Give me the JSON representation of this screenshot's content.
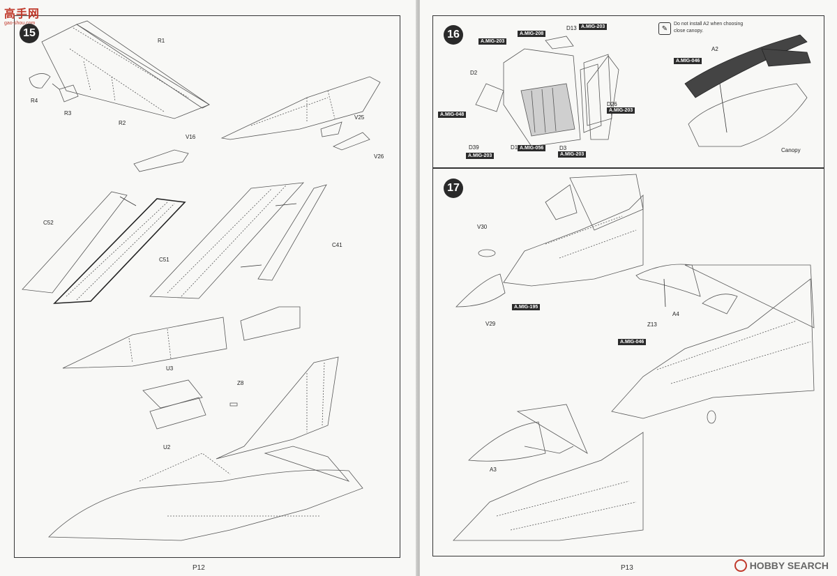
{
  "watermark": {
    "text": "高手网",
    "sub": "gao-shou.com"
  },
  "brand": {
    "text": "HOBBY SEARCH"
  },
  "left_page": {
    "page_number": "P12",
    "step": "15",
    "labels": {
      "R1": "R1",
      "R2": "R2",
      "R3": "R3",
      "R4": "R4",
      "V16": "V16",
      "V25": "V25",
      "V26": "V26",
      "C52": "C52",
      "C51": "C51",
      "C41": "C41",
      "U3": "U3",
      "U2": "U2",
      "Z8": "Z8"
    }
  },
  "right_page": {
    "page_number": "P13",
    "step16": {
      "step": "16",
      "note": "Do not install A2 when choosing close canopy.",
      "labels": {
        "D13": "D13",
        "D2": "D2",
        "D26": "D26",
        "D3": "D3",
        "D1": "D1",
        "D39": "D39",
        "A2": "A2",
        "Canopy": "Canopy"
      },
      "paint_tags": {
        "t203a": "A.MIG-203",
        "t208": "A.MIG-208",
        "t203b": "A.MIG-203",
        "t203c": "A.MIG-203",
        "t048": "A.MIG-048",
        "t056": "A.MIG-056",
        "t203d": "A.MIG-203",
        "t203e": "A.MIG-203",
        "t046": "A.MIG-046"
      }
    },
    "step17": {
      "step": "17",
      "labels": {
        "V30": "V30",
        "V29": "V29",
        "A4": "A4",
        "Z13": "Z13",
        "A3": "A3"
      },
      "paint_tags": {
        "t195": "A.MIG-195",
        "t046": "A.MIG-046"
      }
    }
  }
}
